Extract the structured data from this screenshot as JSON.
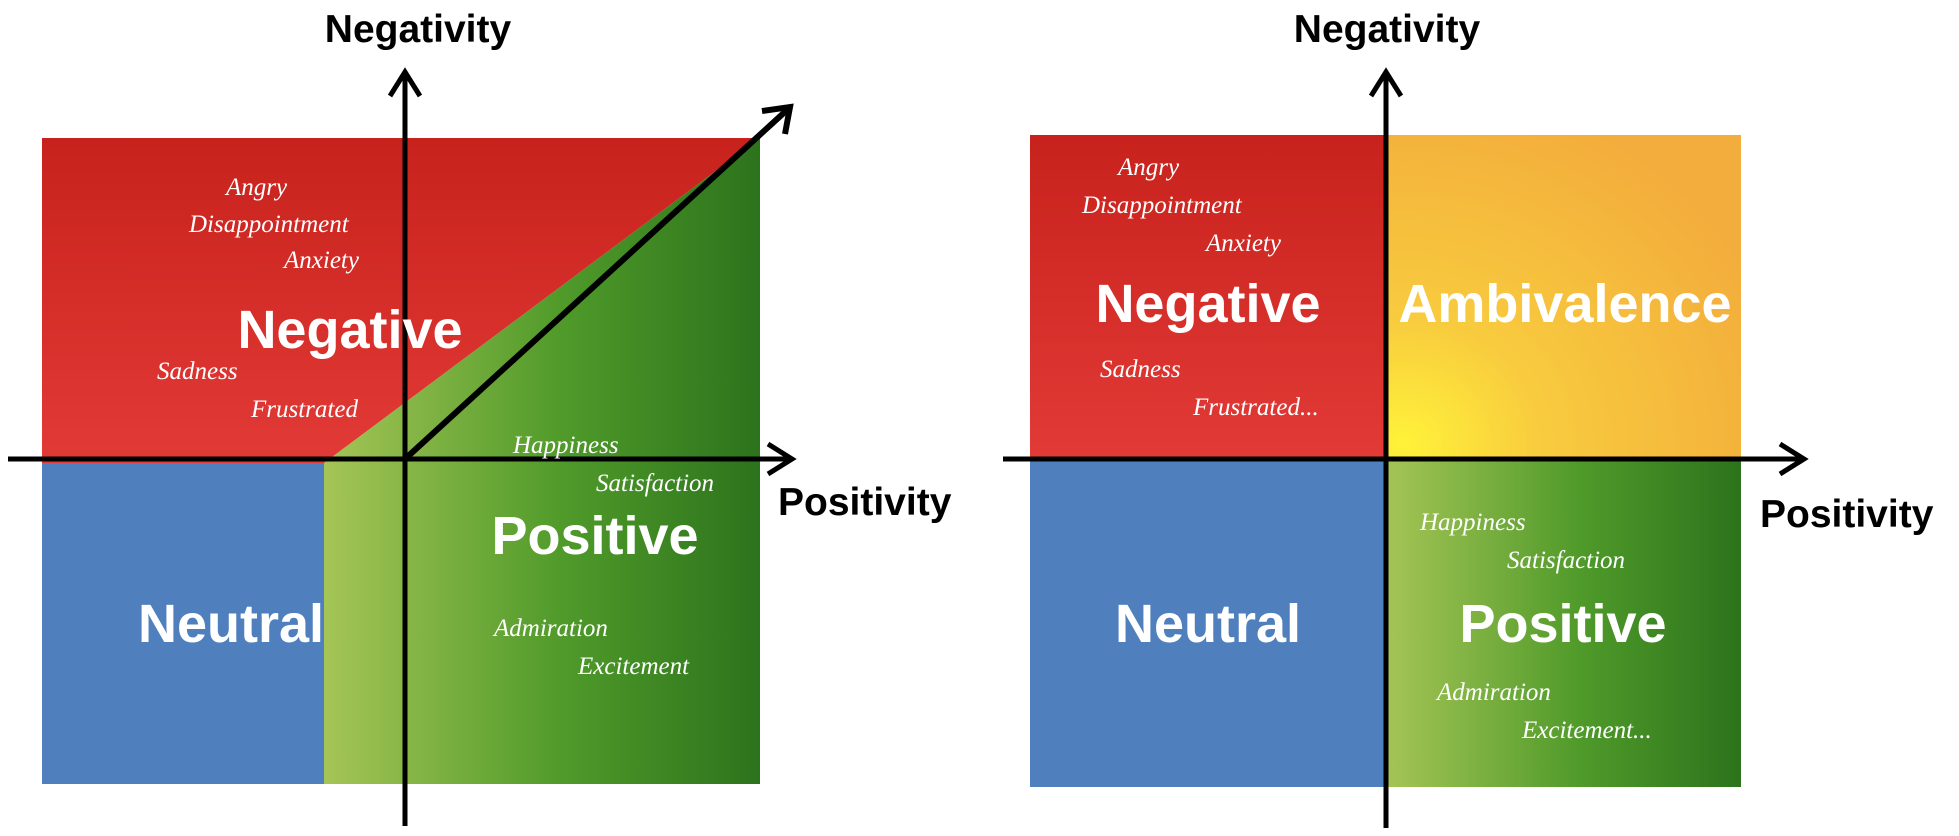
{
  "diagrams": [
    {
      "axis_y_title": "Negativity",
      "axis_x_title": "Positivity",
      "categories": {
        "negative": "Negative",
        "positive": "Positive",
        "neutral": "Neutral"
      },
      "negative_words": [
        "Angry",
        "Disappointment",
        "Anxiety",
        "Sadness",
        "Frustrated"
      ],
      "positive_words": [
        "Happiness",
        "Satisfaction",
        "Admiration",
        "Excitement"
      ]
    },
    {
      "axis_y_title": "Negativity",
      "axis_x_title": "Positivity",
      "categories": {
        "negative": "Negative",
        "ambivalence": "Ambivalence",
        "positive": "Positive",
        "neutral": "Neutral"
      },
      "negative_words": [
        "Angry",
        "Disappointment",
        "Anxiety",
        "Sadness",
        "Frustrated..."
      ],
      "positive_words": [
        "Happiness",
        "Satisfaction",
        "Admiration",
        "Excitement..."
      ]
    }
  ],
  "colors": {
    "negative_red": "#d42a28",
    "neutral_blue": "#4f80bd",
    "positive_green_light": "#9fc24d",
    "positive_green_dark": "#2e7a1f",
    "ambivalence_yellow": "#f6b93b",
    "axis_black": "#000000"
  }
}
